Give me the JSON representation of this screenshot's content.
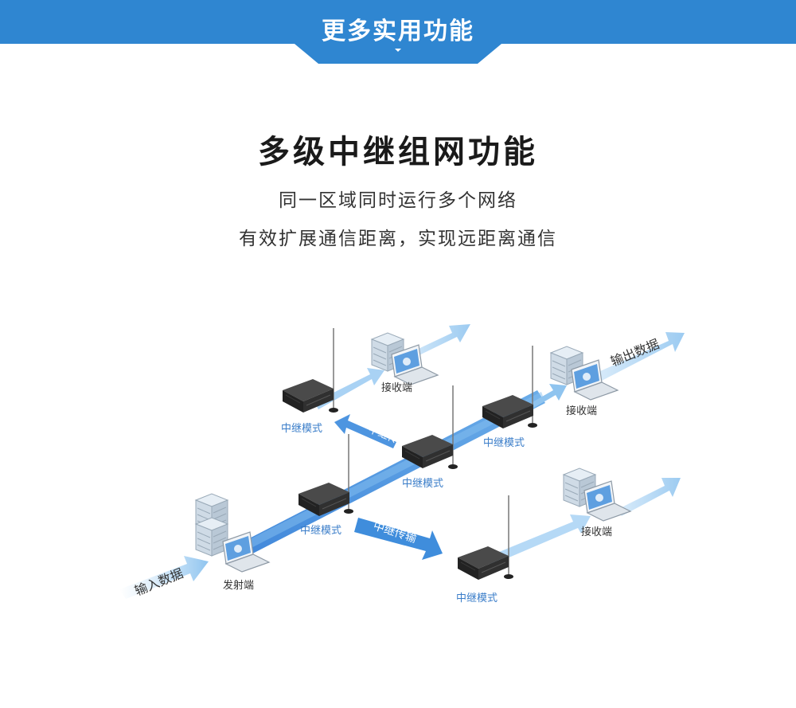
{
  "header": {
    "title": "更多实用功能",
    "bg_color": "#2f86d1"
  },
  "main_title": "多级中继组网功能",
  "subtitle_lines": [
    "同一区域同时运行多个网络",
    "有效扩展通信距离，实现远距离通信"
  ],
  "diagram": {
    "input_label": "输入数据",
    "output_label": "输出数据",
    "sender_label": "发射端",
    "relay_label": "中继模式",
    "relay_transfer_label": "中继传输",
    "receivers": [
      {
        "label": "接收端"
      },
      {
        "label": "接收端"
      },
      {
        "label": "接收端"
      }
    ],
    "colors": {
      "accent": "#2f86d1",
      "relay_text": "#3a7dc9",
      "beam_dark": "#2f7fd6",
      "beam_light": "#b9dbf6"
    }
  }
}
